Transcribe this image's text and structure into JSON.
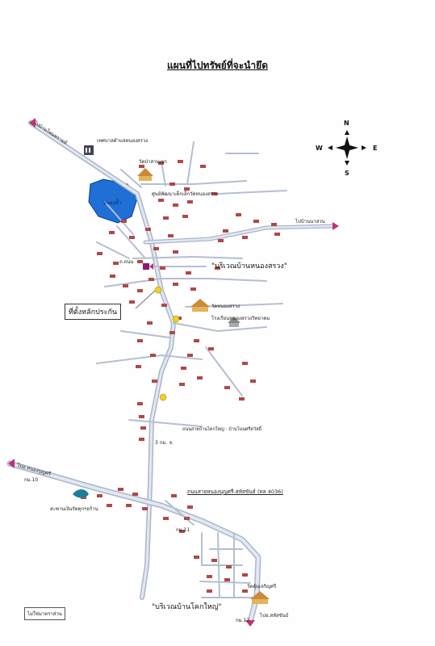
{
  "title": "แผนที่ไปทรัพย์ที่จะนำยึด",
  "compass": {
    "n": "N",
    "s": "S",
    "e": "E",
    "w": "W"
  },
  "labels": {
    "to_nongsang_top": "ไปบ้านโพนทรายท์",
    "district_office": "เทศบาลตำบลหนองสรวง",
    "temple_top": "วัดป่าสามเอก",
    "child_center": "ศูนย์พัฒนาเด็กเล็กวัดหนองสรวง",
    "to_east": "ไปบ้านนาสวน",
    "area_nongsang": "\"บริเวณบ้านหนองสรวง\"",
    "asset_location": "ที่ตั้งหลักประกัน",
    "temple_mid": "วัดหนองสรวง",
    "school": "โรงเรียนหนองสรวงวิทยาคม",
    "road_label_1": "ถนนสายบ้านโคกใหญ่ - บ้านโนนศรีสวัสดิ์",
    "distance_1": "3 กม. ±",
    "to_nongbualamphu": "ไปอ.หนองบุญศรี",
    "km_10": "กม.10",
    "pond": "สะพานเงินรัตตุกฯอร้าน",
    "road_label_2": "ถนนสายหนองบุญศรี-สหัสขันธ์ (ทล 4036)",
    "km_11": "กม.11",
    "temple_bottom": "วัดคุ้มเจริญศรี",
    "area_khokyai": "\"บริเวณบ้านโคกใหญ่\"",
    "km_12": "กม.12",
    "to_sahatsakhan": "ไปอ.สหัสขันธ์",
    "scale_note": "ไม่ใช่มาตราส่วน",
    "lake": "หนองน้ำ",
    "road_small": "ถ.ถนน"
  },
  "colors": {
    "road": "#c9d4e3",
    "road_edge": "#aab6c8",
    "lake": "#1f6fd6",
    "house": "#b04848",
    "marker": "#f2d21c",
    "pin": "#8a1a6a",
    "arrow_pink": "#c0307a"
  }
}
